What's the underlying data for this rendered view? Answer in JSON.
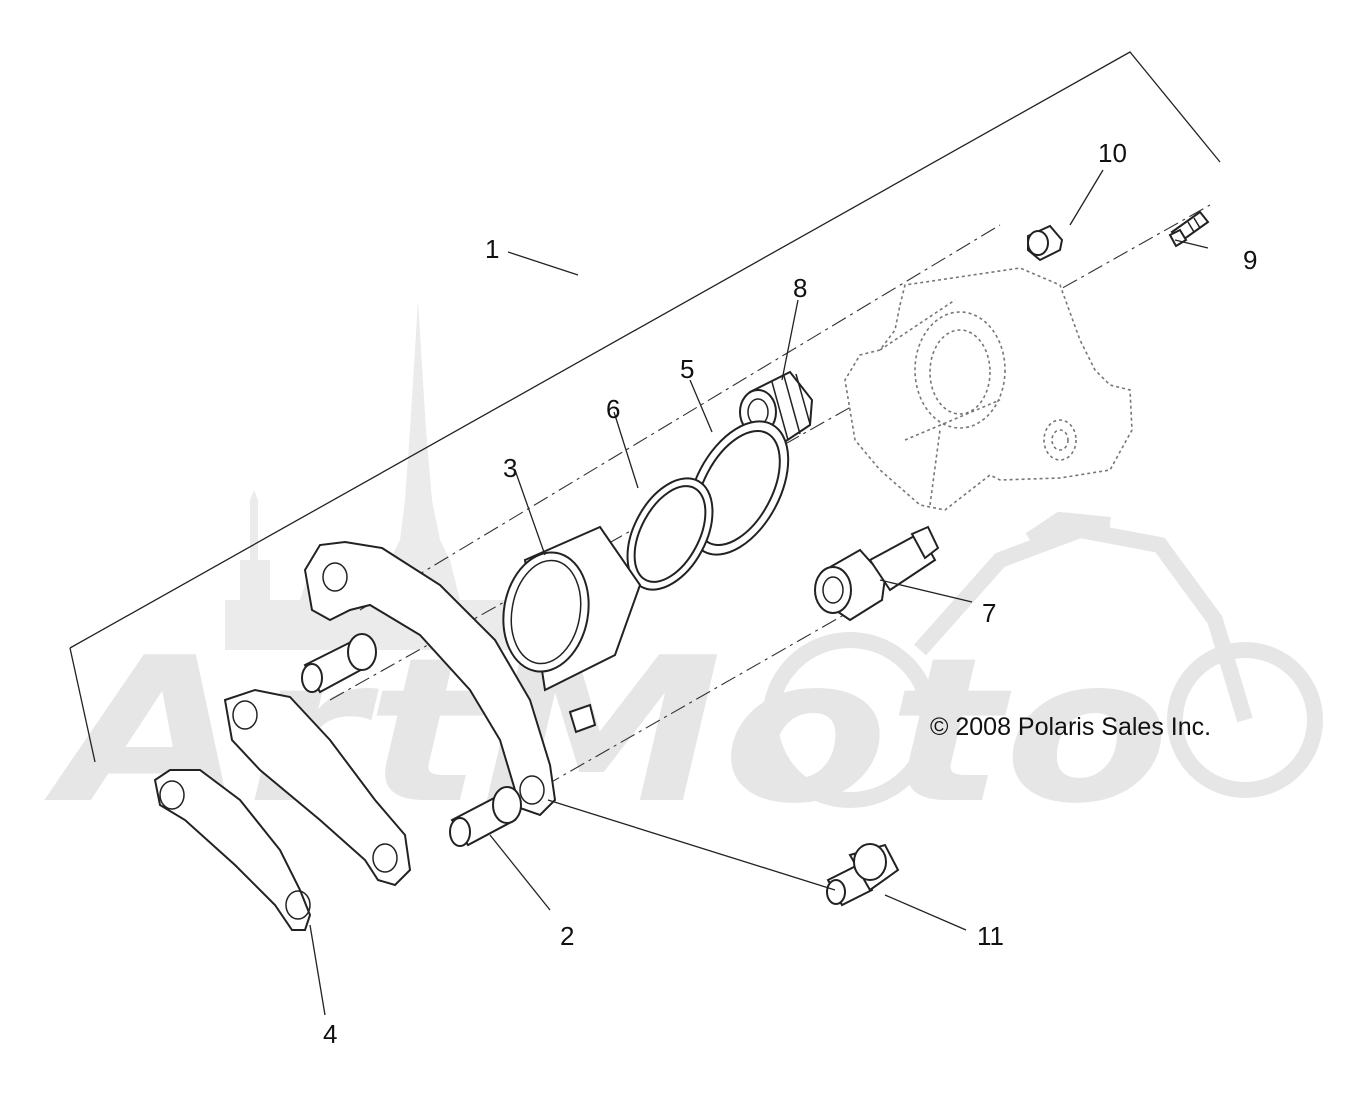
{
  "callouts": {
    "c1": "1",
    "c2": "2",
    "c3": "3",
    "c4": "4",
    "c5": "5",
    "c6": "6",
    "c7": "7",
    "c8": "8",
    "c9": "9",
    "c10": "10",
    "c11": "11"
  },
  "copyright": "© 2008 Polaris Sales Inc.",
  "watermark": "ArtMoto"
}
